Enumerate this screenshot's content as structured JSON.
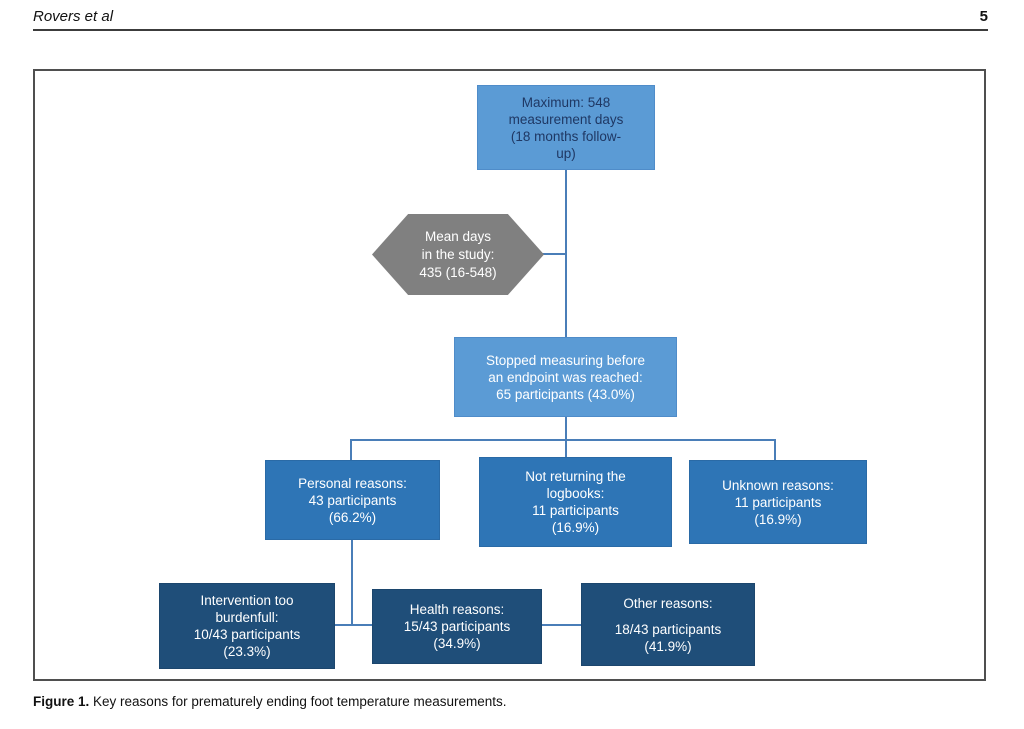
{
  "page": {
    "header": {
      "running_title": "Rovers et al",
      "page_number": "5"
    },
    "caption": {
      "label": "Figure 1.",
      "text": "Key reasons for prematurely ending foot temperature measurements."
    }
  },
  "colors": {
    "box_light_blue": "#5b9bd5",
    "box_medium_blue": "#2e75b6",
    "box_dark_navy": "#1f4e79",
    "hexagon_gray": "#808080",
    "connector_blue": "#4a7eb8",
    "top_box_text": "#1f3864",
    "figure_border": "#4f4f4f"
  },
  "flowchart": {
    "nodes": {
      "maximum": {
        "lines": [
          "Maximum: 548",
          "measurement days",
          "(18 months follow-",
          "up)"
        ]
      },
      "mean_days": {
        "lines": [
          "Mean days",
          "in the study:",
          "435 (16-548)"
        ]
      },
      "stopped": {
        "lines": [
          "Stopped measuring before",
          "an endpoint was reached:",
          "65 participants (43.0%)"
        ]
      },
      "personal": {
        "lines": [
          "Personal reasons:",
          "43 participants",
          "(66.2%)"
        ]
      },
      "logbooks": {
        "lines": [
          "Not returning the",
          "logbooks:",
          "11 participants",
          "(16.9%)"
        ]
      },
      "unknown": {
        "lines": [
          "Unknown reasons:",
          "11 participants",
          "(16.9%)"
        ]
      },
      "intervention": {
        "lines": [
          "Intervention too",
          "burdenfull:",
          "10/43 participants",
          "(23.3%)"
        ]
      },
      "health": {
        "lines": [
          "Health reasons:",
          "15/43 participants",
          "(34.9%)"
        ]
      },
      "other": {
        "lines": [
          "Other reasons:",
          "18/43 participants",
          "(41.9%)"
        ]
      }
    }
  }
}
